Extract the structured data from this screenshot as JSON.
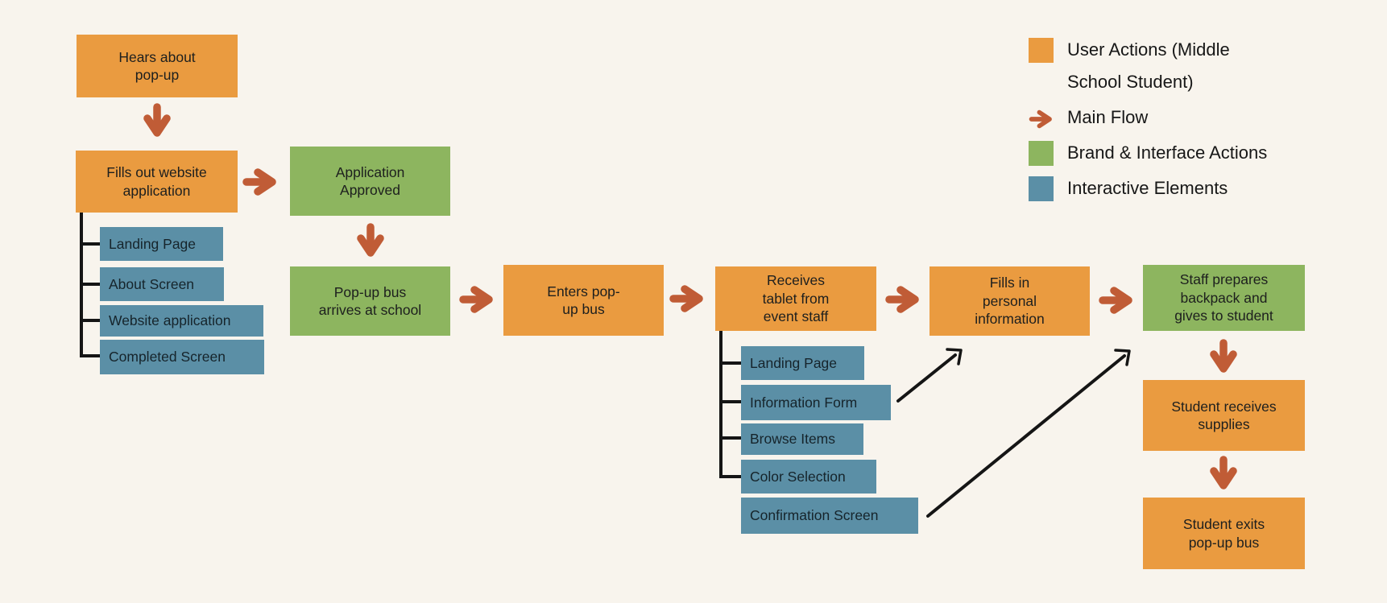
{
  "colors": {
    "background": "#f8f4ed",
    "user_action": "#ea9b40",
    "brand_action": "#8db55f",
    "interactive": "#5b8fa6",
    "flow_arrow": "#c05c36",
    "connector": "#151515",
    "text": "#1d1f1e"
  },
  "nodes": {
    "hears_about": "Hears about\npop-up",
    "fills_website": "Fills out website\napplication",
    "application_approved": "Application\nApproved",
    "popup_bus_arrives": "Pop-up bus\narrives at school",
    "enters_popup_bus": "Enters pop-\nup bus",
    "receives_tablet": "Receives\ntablet from\nevent staff",
    "fills_personal_info": "Fills in\npersonal\ninformation",
    "staff_prepares": "Staff prepares\nbackpack and\ngives to student",
    "student_receives": "Student receives\nsupplies",
    "student_exits": "Student exits\npop-up bus"
  },
  "website_screens": [
    "Landing Page",
    "About Screen",
    "Website application",
    "Completed Screen"
  ],
  "tablet_screens": [
    "Landing Page",
    "Information Form",
    "Browse Items",
    "Color Selection",
    "Confirmation Screen"
  ],
  "legend": {
    "user_actions": "User Actions (Middle\nSchool Student)",
    "main_flow": "Main Flow",
    "brand_actions": "Brand & Interface Actions",
    "interactive": "Interactive Elements"
  }
}
